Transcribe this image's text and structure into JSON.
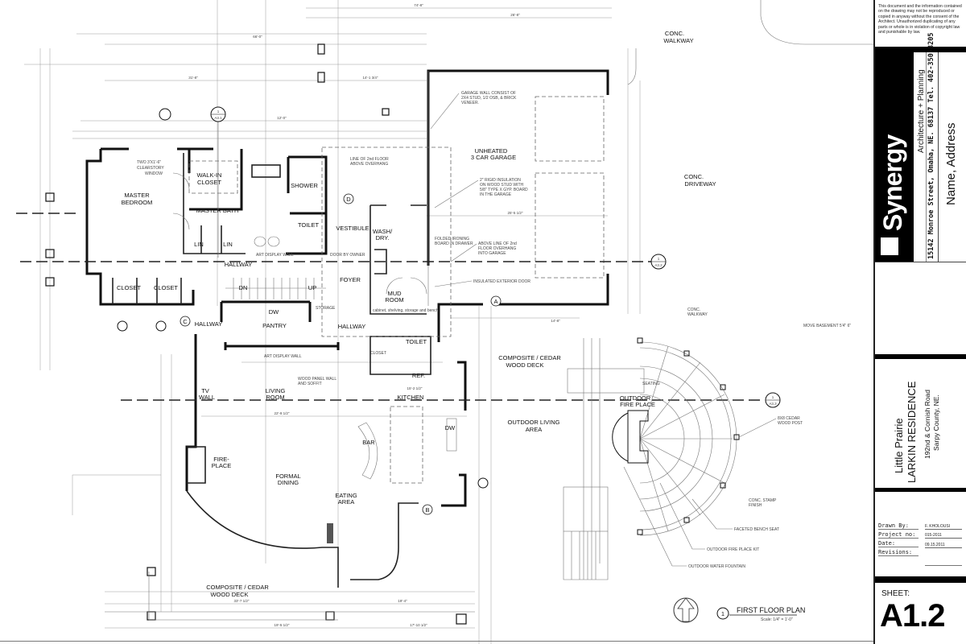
{
  "rooms": {
    "master_bedroom": [
      "MASTER",
      "BEDROOM"
    ],
    "walk_in_closet": [
      "WALK-IN",
      "CLOSET"
    ],
    "master_bath": "MASTER  BATH",
    "shower": "SHOWER",
    "toilet_master": "TOILET",
    "lin1": "LIN",
    "lin2": "LIN",
    "closet1": "CLOSET",
    "closet2": "CLOSET",
    "hallway_upper": "HALLWAY",
    "hallway_left": "HALLWAY",
    "hallway_right": "HALLWAY",
    "vestibule": "VESTIBULE",
    "wash_dry": [
      "WASH/",
      "DRY."
    ],
    "foyer": "FOYER",
    "mud_room": [
      "MUD",
      "ROOM"
    ],
    "pantry": "PANTRY",
    "dw_pantry": "DW",
    "storage": "STORAGE",
    "toilet_half": "TOILET",
    "closet_small": "CLOSET",
    "ref": "REF.",
    "kitchen": "KITCHEN",
    "dw_kitchen": "DW",
    "bar": "BAR",
    "tv_wall": [
      "TV",
      "WALL"
    ],
    "living_room": [
      "LIVING",
      "ROOM"
    ],
    "fireplace": [
      "FIRE-",
      "PLACE"
    ],
    "formal_dining": [
      "FORMAL",
      "DINING"
    ],
    "eating_area": [
      "EATING",
      "AREA"
    ],
    "garage": [
      "UNHEATED",
      "3 CAR  GARAGE"
    ],
    "conc_driveway": [
      "CONC.",
      "DRIVEWAY"
    ],
    "conc_walkway_top": [
      "CONC.",
      "WALKWAY"
    ],
    "deck_right": [
      "COMPOSITE / CEDAR",
      "WOOD DECK"
    ],
    "deck_bottom": [
      "COMPOSITE  /  CEDAR",
      "WOOD DECK"
    ],
    "outdoor_living": [
      "OUTDOOR LIVING",
      "AREA"
    ],
    "outdoor_fireplace": [
      "OUTDOOR",
      "FIRE PLACE"
    ],
    "dn": "DN",
    "up": "UP"
  },
  "notes": {
    "clearstory": [
      "TWO 3'X1'-6\"",
      "CLEARSTORY",
      "WINDOW"
    ],
    "garage_wall": [
      "GARAGE WALL CONSIST OF",
      "2X4 STUD, 1/2 OSB, & BRICK",
      "VENEER."
    ],
    "line_2nd_floor": [
      "LINE OF 2nd FLOOR",
      "ABOVE OVERHANG"
    ],
    "rigid_insulation": [
      "2\" RIGID INSULATION",
      "ON WOOD STUD WITH",
      "5/8\" TYPE X GYP. BOARD",
      "IN THE GARAGE"
    ],
    "ironing_board": [
      "FOLDED IRONING",
      "BOARD IN DRAWER"
    ],
    "above_line": [
      "ABOVE LINE OF 2nd",
      "FLOOR OVERHANG",
      "INTO GARAGE"
    ],
    "insulated_door": "INSULATED EXTERIOR DOOR",
    "mud_cabinet": "cabinet, shelving, storage and bench",
    "art_display_wall_1": "ART DISPLAY WALL",
    "art_display_wall_2": "ART DISPLAY WALL",
    "door_by_owner": "DOOR BY OWNER",
    "wood_panel_wall": [
      "WOOD PANEL WALL",
      "AND SOFFIT"
    ],
    "conc_walkway_deck": [
      "CONC.",
      "WALKWAY"
    ],
    "seating": "SEATING",
    "cedar_post": [
      "8X8 CEDAR",
      "WOOD POST"
    ],
    "stamp_finish": [
      "CONC. STAMP",
      "FINISH"
    ],
    "bench_seat": "FACETED BENCH SEAT",
    "fireplace_kit": "OUTDOOR FIRE PLACE KIT",
    "water_fountain": "OUTDOOR WATER FOUNTAIN",
    "move_basement": "MOVE BASEMENT 5'4\" 6\""
  },
  "markers": {
    "A": "A",
    "B": "B",
    "C": "C",
    "D": "D",
    "section_top_num": "1",
    "section_top_ref": "A3.1",
    "section_a32": "A3.2",
    "section_a33": "A3.3",
    "section_a32_num": "1",
    "section_a33_num": "1"
  },
  "dimensions": [
    "66'-0\"",
    "74'-8\"",
    "26'-8\"",
    "31'-8\"",
    "14'-1 3/4\"",
    "12'-0\"",
    "25'-5 1/2\"",
    "22'-9 1/2\"",
    "14'-8\"",
    "19'-5 1/2\"",
    "17'-10 1/2\"",
    "33'-7 1/2\"",
    "19'-4\"",
    "15'-2 1/2\""
  ],
  "drawing_title": {
    "number": "1",
    "title": "FIRST FLOOR PLAN",
    "scale": "Scale: 1/4\" = 1'-0\"",
    "north_icon": "north-arrow-icon"
  },
  "title_block": {
    "notice": "This document and the information contained on the drawing may not be reproduced or copied in anyway without the consent of the Architect. Unauthorized duplicating of any parts or whole is in violation of copyright law and punishable by law.",
    "firm_name": "Synergy",
    "firm_tagline": "Architecture + Planning",
    "firm_address": "15142 Monroe Street, Omaha, NE. 68137   Tel. 402-350-8205",
    "client": "Name, Address",
    "project_line1": "Little Prairie",
    "project_line2": "LARKIN RESIDENCE",
    "project_line3": "192nd & Cornish Road",
    "project_line4": "Sarpy County, NE.",
    "drawn_by_label": "Drawn By:",
    "drawn_by": "F. KHOLOUSI",
    "project_no_label": "Project no:",
    "project_no": "015-2011",
    "date_label": "Date:",
    "date": "09.15.2011",
    "revisions_label": "Revisions:",
    "sheet_label": "SHEET:",
    "sheet_number": "A1.2"
  }
}
